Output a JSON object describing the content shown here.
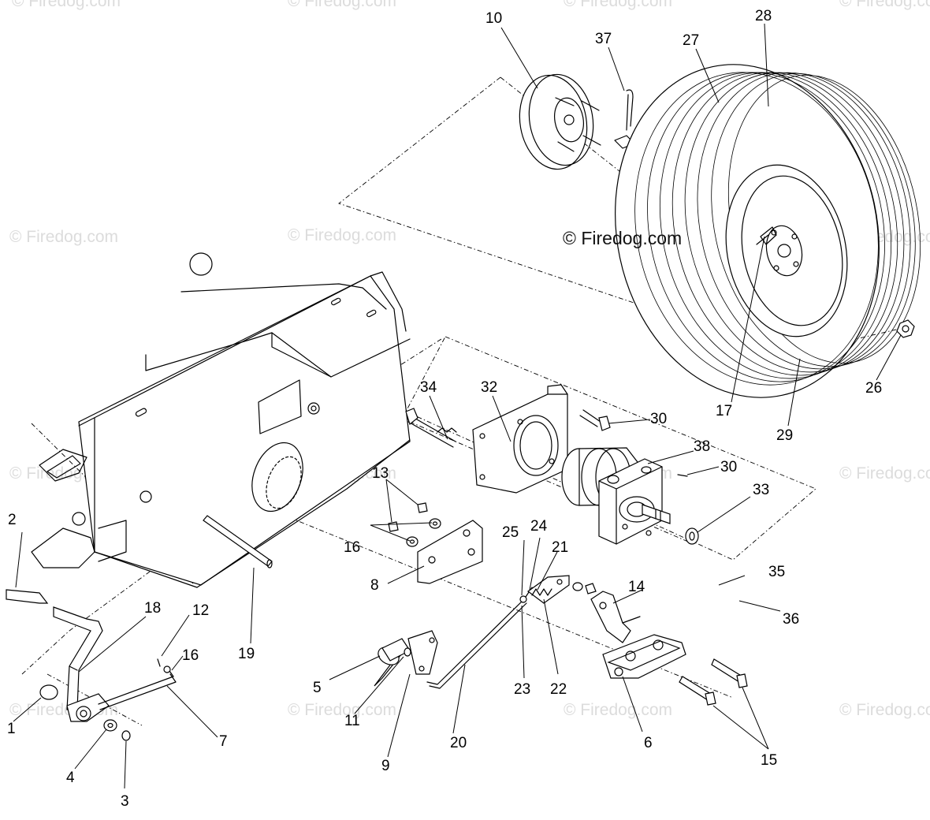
{
  "watermark": "© Firedog.com",
  "copyright": "© Firedog.com",
  "callouts": {
    "c1": "1",
    "c2": "2",
    "c3": "3",
    "c4": "4",
    "c5": "5",
    "c6": "6",
    "c7": "7",
    "c8": "8",
    "c9": "9",
    "c10": "10",
    "c11": "11",
    "c12": "12",
    "c13": "13",
    "c14": "14",
    "c15": "15",
    "c16a": "16",
    "c16b": "16",
    "c17": "17",
    "c18": "18",
    "c19": "19",
    "c20": "20",
    "c21": "21",
    "c22": "22",
    "c23": "23",
    "c24": "24",
    "c25": "25",
    "c26": "26",
    "c27": "27",
    "c28": "28",
    "c29": "29",
    "c30a": "30",
    "c30b": "30",
    "c32": "32",
    "c33": "33",
    "c34": "34",
    "c35": "35",
    "c36": "36",
    "c37": "37",
    "c38": "38"
  }
}
